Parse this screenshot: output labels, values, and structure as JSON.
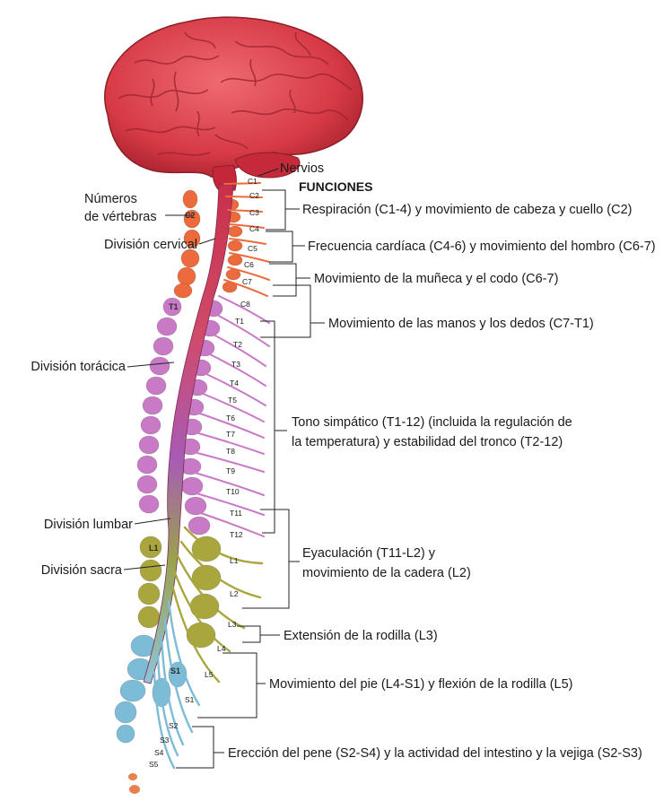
{
  "left_labels": {
    "vertebrae_numbers_line1": "Números",
    "vertebrae_numbers_line2": "de vértebras",
    "cervical": "División cervical",
    "thoracic": "División torácica",
    "lumbar": "División lumbar",
    "sacral": "División sacra"
  },
  "top_labels": {
    "nerves": "Nervios",
    "functions_heading": "FUNCIONES"
  },
  "functions": [
    "Respiración (C1-4) y movimiento de cabeza y cuello (C2)",
    "Frecuencia cardíaca (C4-6) y movimiento del hombro (C6-7)",
    "Movimiento de la muñeca y el codo (C6-7)",
    "Movimiento de las manos y los dedos (C7-T1)",
    "Tono simpático (T1-12) (incluida la regulación de",
    "la temperatura) y estabilidad del tronco (T2-12)",
    "Eyaculación (T11-L2) y",
    "movimiento de la cadera (L2)",
    "Extensión de la rodilla (L3)",
    "Movimiento del pie (L4-S1) y flexión de la rodilla (L5)",
    "Erección del pene (S2-S4) y la actividad del intestino y la vejiga (S2-S3)"
  ],
  "nerve_segments": [
    "C1",
    "C2",
    "C3",
    "C4",
    "C5",
    "C6",
    "C7",
    "C8",
    "T1",
    "T2",
    "T3",
    "T4",
    "T5",
    "T6",
    "T7",
    "T8",
    "T9",
    "T10",
    "T11",
    "T12",
    "L1",
    "L2",
    "L3",
    "L4",
    "L5",
    "S1",
    "S2",
    "S3",
    "S4",
    "S5"
  ],
  "vertebra_markers": {
    "cervical": "C2",
    "thoracic": "T1",
    "lumbar": "L1",
    "sacral": "S1"
  },
  "colors": {
    "brain": "#d63a45",
    "cord": "#c9304a",
    "cervical": "#ec6a3c",
    "thoracic": "#c97ac6",
    "lumbar": "#a9a63e",
    "sacral": "#7dbcd6",
    "coccyx": "#e88050"
  }
}
